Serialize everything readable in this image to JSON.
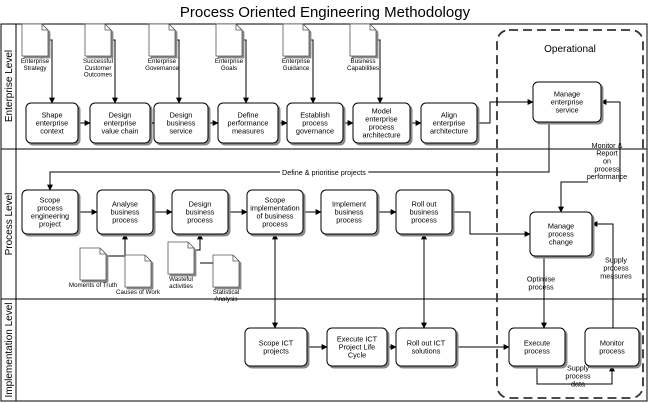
{
  "title": "Process Oriented Engineering Methodology",
  "lanes": [
    "Enterprise Level",
    "Process Level",
    "Implementation Level"
  ],
  "operational_label": "Operational",
  "documents": [
    {
      "id": "enterprise-strategy",
      "lines": [
        "Enterprise",
        "Strategy"
      ]
    },
    {
      "id": "successful-customer-outcomes",
      "lines": [
        "Successful",
        "Customer",
        "Outcomes"
      ]
    },
    {
      "id": "enterprise-governance",
      "lines": [
        "Enterprise",
        "Governance"
      ]
    },
    {
      "id": "enterprise-goals",
      "lines": [
        "Enterprise",
        "Goals"
      ]
    },
    {
      "id": "enterprise-guidance",
      "lines": [
        "Enterprise",
        "Guidance"
      ]
    },
    {
      "id": "business-capabilities",
      "lines": [
        "Business",
        "Capabilities"
      ]
    },
    {
      "id": "moments-of-truth",
      "lines": [
        "Moments of Truth"
      ]
    },
    {
      "id": "causes-of-work",
      "lines": [
        "Causes of Work"
      ]
    },
    {
      "id": "wasteful-activities",
      "lines": [
        "Wasteful",
        "activities"
      ]
    },
    {
      "id": "statistical-analysis",
      "lines": [
        "Statistical",
        "Analysis"
      ]
    }
  ],
  "processes": [
    {
      "id": "shape-enterprise-context",
      "lines": [
        "Shape",
        "enterprise",
        "context"
      ]
    },
    {
      "id": "design-enterprise-value-chain",
      "lines": [
        "Design",
        "enterprise",
        "value chain"
      ]
    },
    {
      "id": "design-business-service",
      "lines": [
        "Design",
        "business",
        "service"
      ]
    },
    {
      "id": "define-performance-measures",
      "lines": [
        "Define",
        "performance",
        "measures"
      ]
    },
    {
      "id": "establish-process-governance",
      "lines": [
        "Establish",
        "process",
        "governance"
      ]
    },
    {
      "id": "model-enterprise-process-architecture",
      "lines": [
        "Model",
        "enterprise",
        "process",
        "architecture"
      ]
    },
    {
      "id": "align-enterprise-architecture",
      "lines": [
        "Align",
        "enterprise",
        "architecture"
      ]
    },
    {
      "id": "manage-enterprise-service",
      "lines": [
        "Manage",
        "enterprise",
        "service"
      ]
    },
    {
      "id": "scope-process-engineering-project",
      "lines": [
        "Scope",
        "process",
        "engineering",
        "project"
      ]
    },
    {
      "id": "analyse-business-process",
      "lines": [
        "Analyse",
        "business",
        "process"
      ]
    },
    {
      "id": "design-business-process",
      "lines": [
        "Design",
        "business",
        "process"
      ]
    },
    {
      "id": "scope-implementation-business-process",
      "lines": [
        "Scope",
        "implementation",
        "of business",
        "process"
      ]
    },
    {
      "id": "implement-business-process",
      "lines": [
        "Implement",
        "business",
        "process"
      ]
    },
    {
      "id": "roll-out-business-process",
      "lines": [
        "Roll out",
        "business",
        "process"
      ]
    },
    {
      "id": "manage-process-change",
      "lines": [
        "Manage",
        "process",
        "change"
      ]
    },
    {
      "id": "scope-ict-projects",
      "lines": [
        "Scope ICT",
        "projects"
      ]
    },
    {
      "id": "execute-ict-project-life-cycle",
      "lines": [
        "Execute  ICT",
        "Project Life",
        "Cycle"
      ]
    },
    {
      "id": "roll-out-ict-solutions",
      "lines": [
        "Roll out ICT",
        "solutions"
      ]
    },
    {
      "id": "execute-process",
      "lines": [
        "Execute",
        "process"
      ]
    },
    {
      "id": "monitor-process",
      "lines": [
        "Monitor",
        "process"
      ]
    }
  ],
  "flow_labels": {
    "define_prioritise": "Define & prioritise projects",
    "monitor_report": [
      "Monitor &",
      "Report",
      "on",
      "process",
      "performance"
    ],
    "optimise": [
      "Optimise",
      "process"
    ],
    "supply_measures": [
      "Supply",
      "process",
      "measures"
    ],
    "supply_data": [
      "Supply",
      "process",
      "data"
    ]
  }
}
